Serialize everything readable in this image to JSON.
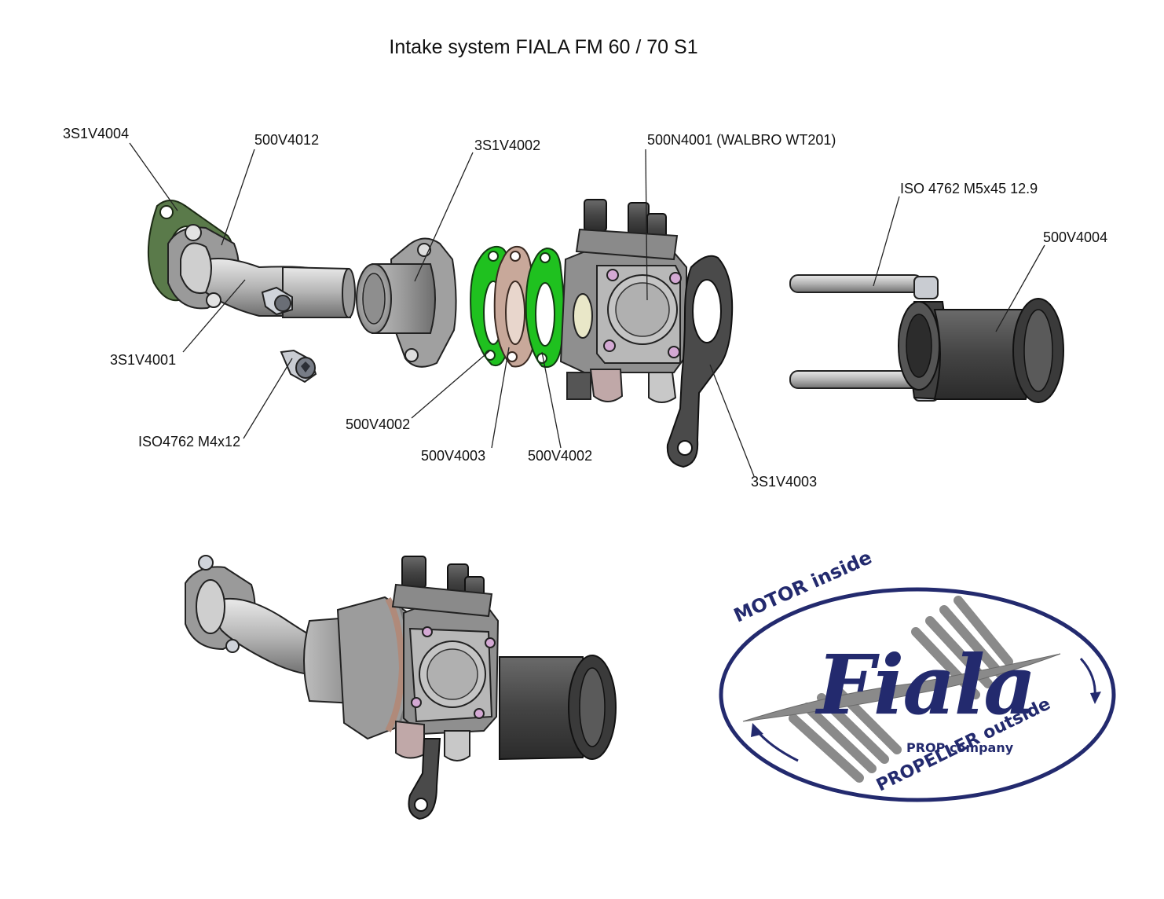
{
  "title": "Intake system FIALA FM 60 / 70 S1",
  "labels": {
    "flange_gasket": "3S1V4004",
    "intake_bend": "500V4012",
    "carb_adapter": "3S1V4002",
    "carburetor": "500N4001 (WALBRO WT201)",
    "long_screws": "ISO 4762 M5x45 12.9",
    "velocity_stack": "500V4004",
    "intake_body": "3S1V4001",
    "short_screw": "ISO4762 M4x12",
    "gasket_left": "500V4002",
    "insulator": "500V4003",
    "gasket_right": "500V4002",
    "bracket": "3S1V4003"
  },
  "logo": {
    "top_arc": "MOTOR inside",
    "bottom_arc": "PROPELLER outside",
    "brand": "Fiala",
    "subtitle": "PROP company",
    "colors": {
      "ring": "#232a6e",
      "propeller": "#8a8a8a"
    }
  },
  "colors": {
    "gasket_green": "#1fc11f",
    "flange_green": "#5a7a4a",
    "insulator_tan": "#c8a89a",
    "metal_grey": "#a4a4a4",
    "dark_metal": "#4a4a4a"
  }
}
